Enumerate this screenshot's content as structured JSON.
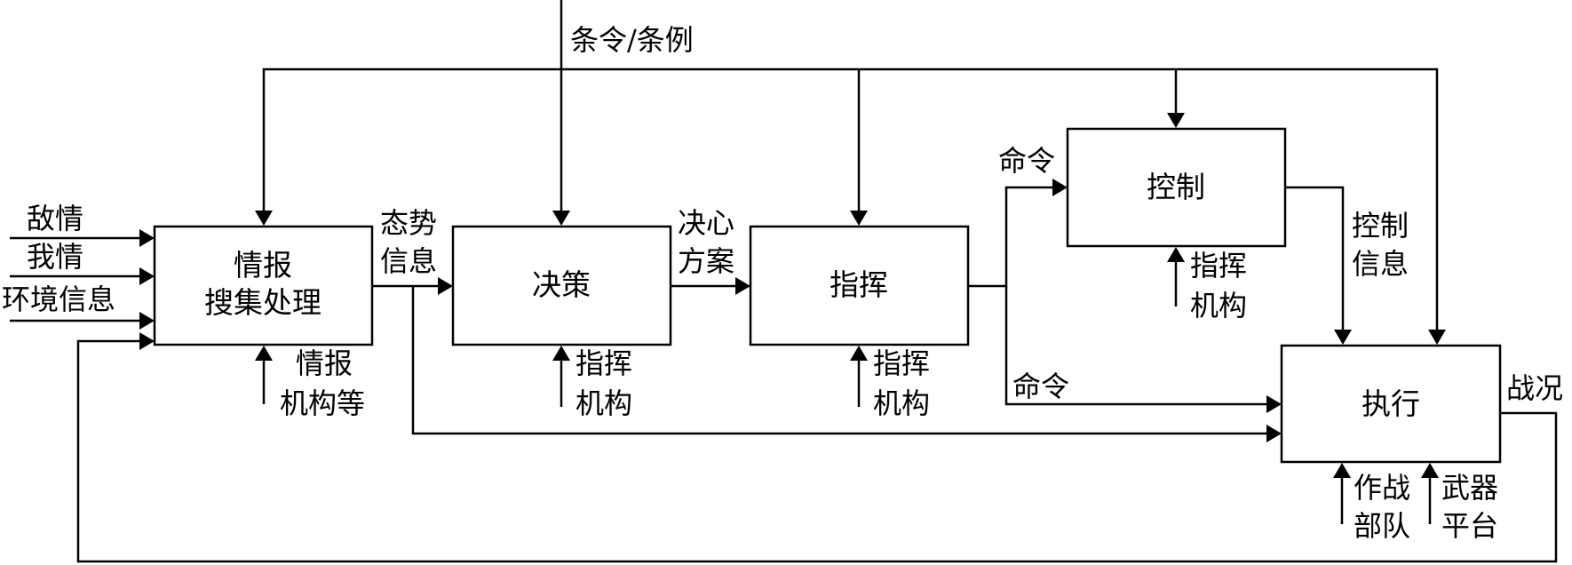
{
  "diagram": {
    "title": "作战指挥控制流程",
    "top_input": "条令/条例",
    "boxes": [
      {
        "id": "intel",
        "lines": [
          "情报",
          "搜集处理"
        ]
      },
      {
        "id": "decision",
        "lines": [
          "决策"
        ]
      },
      {
        "id": "command",
        "lines": [
          "指挥"
        ]
      },
      {
        "id": "control",
        "lines": [
          "控制"
        ]
      },
      {
        "id": "execute",
        "lines": [
          "执行"
        ]
      }
    ],
    "inputs": {
      "enemy": "敌情",
      "friendly": "我情",
      "environment": "环境信息"
    },
    "flows": {
      "situation": [
        "态势",
        "信息"
      ],
      "plan": [
        "决心",
        "方案"
      ],
      "order_to_control": "命令",
      "order_to_execute": "命令",
      "control_info": [
        "控制",
        "信息"
      ],
      "battle_status": "战况"
    },
    "mechanisms": {
      "intel": [
        "情报",
        "机构等"
      ],
      "decision": [
        "指挥",
        "机构"
      ],
      "command": [
        "指挥",
        "机构"
      ],
      "control": [
        "指挥",
        "机构"
      ],
      "execute_troops": [
        "作战",
        "部队"
      ],
      "execute_weapons": [
        "武器",
        "平台"
      ]
    }
  }
}
